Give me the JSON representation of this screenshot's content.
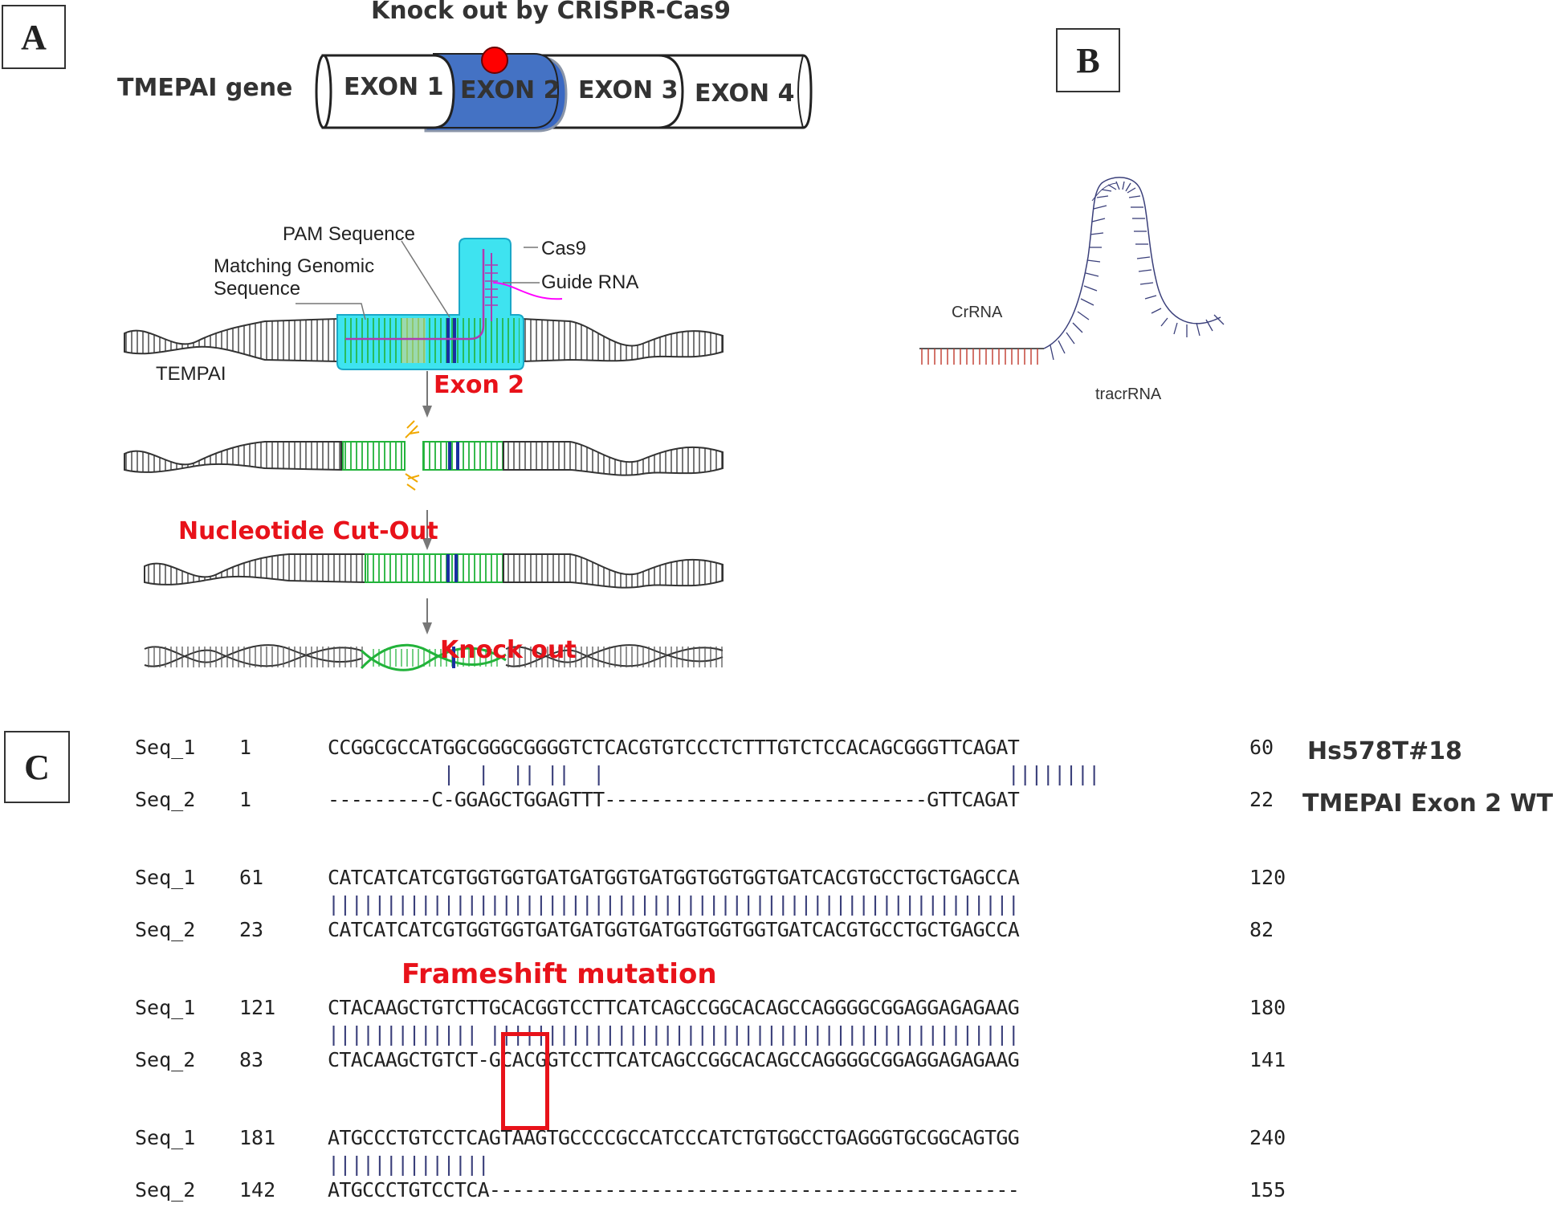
{
  "panels": {
    "a": "A",
    "b": "B",
    "c": "C"
  },
  "panel_a": {
    "title": "Knock out by CRISPR-Cas9",
    "gene_label": "TMEPAI gene",
    "exons": [
      "EXON 1",
      "EXON 2",
      "EXON 3",
      "EXON 4"
    ],
    "labels": {
      "pam": "PAM Sequence",
      "matching_1": "Matching Genomic",
      "matching_2": "Sequence",
      "cas9": "Cas9",
      "guide": "Guide RNA",
      "tempai": "TEMPAI",
      "exon2": "Exon 2",
      "cutout": "Nucleotide Cut-Out",
      "knockout": "Knock out"
    },
    "colors": {
      "exon2_fill": "#4472c4",
      "cas9_fill": "#3ee3f0",
      "red_text": "#e8121a",
      "green_dna": "#22b33a",
      "guide_rna": "#ff00ff",
      "cut_site": "#f0a800"
    }
  },
  "panel_b": {
    "crrna": "CrRNA",
    "tracrrna": "tracrRNA"
  },
  "panel_c": {
    "frameshift": "Frameshift mutation",
    "seq1_label": "Hs578T#18",
    "seq2_label": "TMEPAI Exon 2 WT",
    "blocks": [
      {
        "s1_name": "Seq_1",
        "s1_start": "1",
        "s1_seq": "CCGGCGCCATGGCGGGCGGGGTCTCACGTGTCCCTCTTTGTCTCCACAGCGGGTTCAGAT",
        "s1_end": "60",
        "match": "          |  |  || ||  |                                   |||||||| ",
        "s2_name": "Seq_2",
        "s2_start": "1",
        "s2_seq": "---------C-GGAGCTGGAGTTT----------------------------GTTCAGAT",
        "s2_end": "22"
      },
      {
        "s1_name": "Seq_1",
        "s1_start": "61",
        "s1_seq": "CATCATCATCGTGGTGGTGATGATGGTGATGGTGGTGGTGATCACGTGCCTGCTGAGCCA",
        "s1_end": "120",
        "match": "||||||||||||||||||||||||||||||||||||||||||||||||||||||||||||",
        "s2_name": "Seq_2",
        "s2_start": "23",
        "s2_seq": "CATCATCATCGTGGTGGTGATGATGGTGATGGTGGTGGTGATCACGTGCCTGCTGAGCCA",
        "s2_end": "82"
      },
      {
        "s1_name": "Seq_1",
        "s1_start": "121",
        "s1_seq": "CTACAAGCTGTCTTGCACGGTCCTTCATCAGCCGGCACAGCCAGGGGCGGAGGAGAGAAG",
        "s1_end": "180",
        "match": "||||||||||||| ||||||||||||||||||||||||||||||||||||||||||||||",
        "s2_name": "Seq_2",
        "s2_start": "83",
        "s2_seq": "CTACAAGCTGTCT-GCACGGTCCTTCATCAGCCGGCACAGCCAGGGGCGGAGGAGAGAAG",
        "s2_end": "141"
      },
      {
        "s1_name": "Seq_1",
        "s1_start": "181",
        "s1_seq": "ATGCCCTGTCCTCAGTAAGTGCCCCGCCATCCCATCTGTGGCCTGAGGGTGCGGCAGTGG",
        "s1_end": "240",
        "match": "||||||||||||||",
        "s2_name": "Seq_2",
        "s2_start": "142",
        "s2_seq": "ATGCCCTGTCCTCA----------------------------------------------",
        "s2_end": "155"
      }
    ]
  }
}
